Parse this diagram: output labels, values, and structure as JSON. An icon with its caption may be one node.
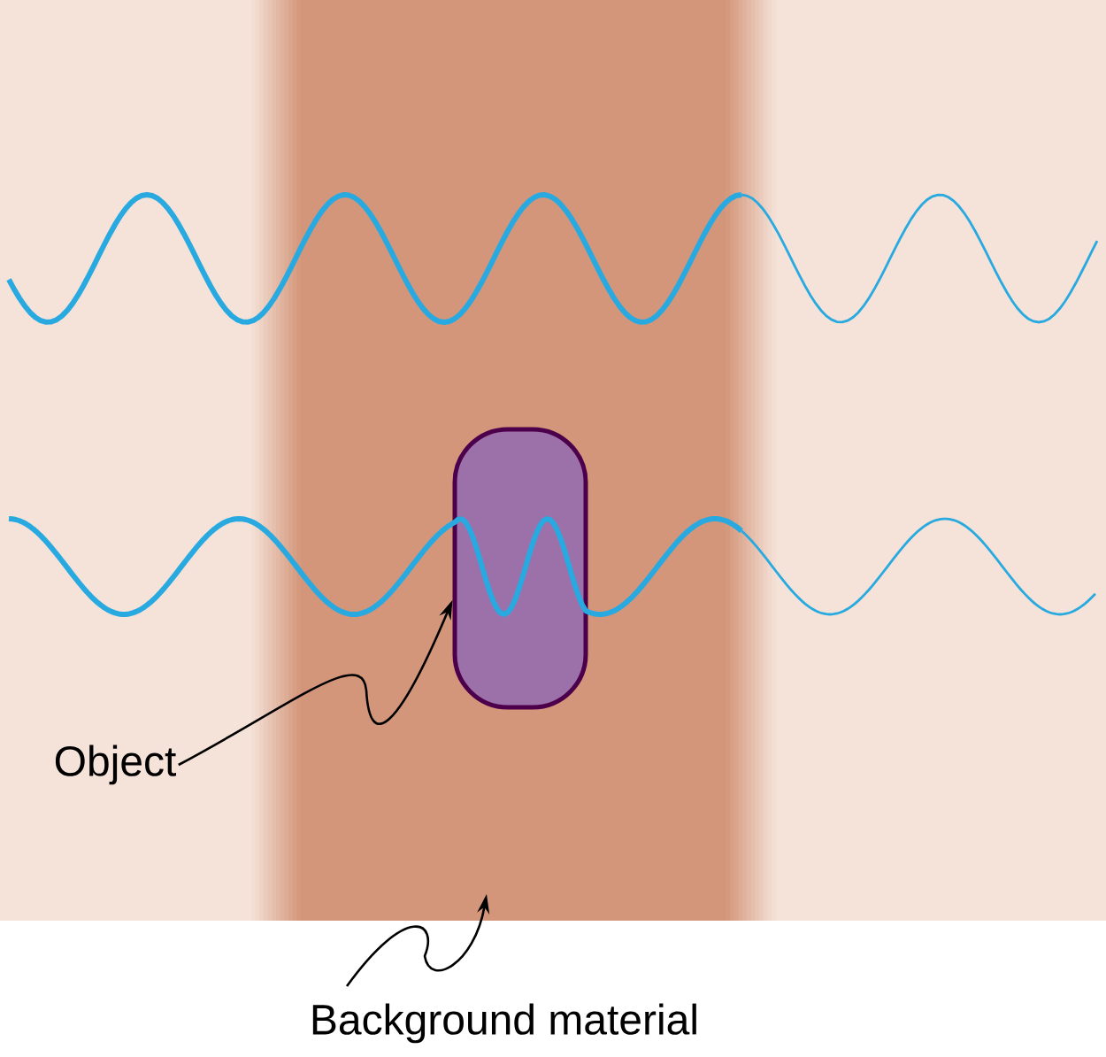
{
  "diagram": {
    "nodes": [
      {
        "text": [
          "Object"
        ]
      },
      {
        "text": [],
        "shape": "box",
        "in": 3
      },
      {
        "text": [
          "Background material"
        ]
      },
      {
        "text": [],
        "shape": "bar"
      }
    ],
    "edges": [
      {
        "from": 0,
        "to": 1,
        "arrow": "to"
      },
      {
        "from": 2,
        "to": 3,
        "arrow": "to"
      }
    ]
  }
}
